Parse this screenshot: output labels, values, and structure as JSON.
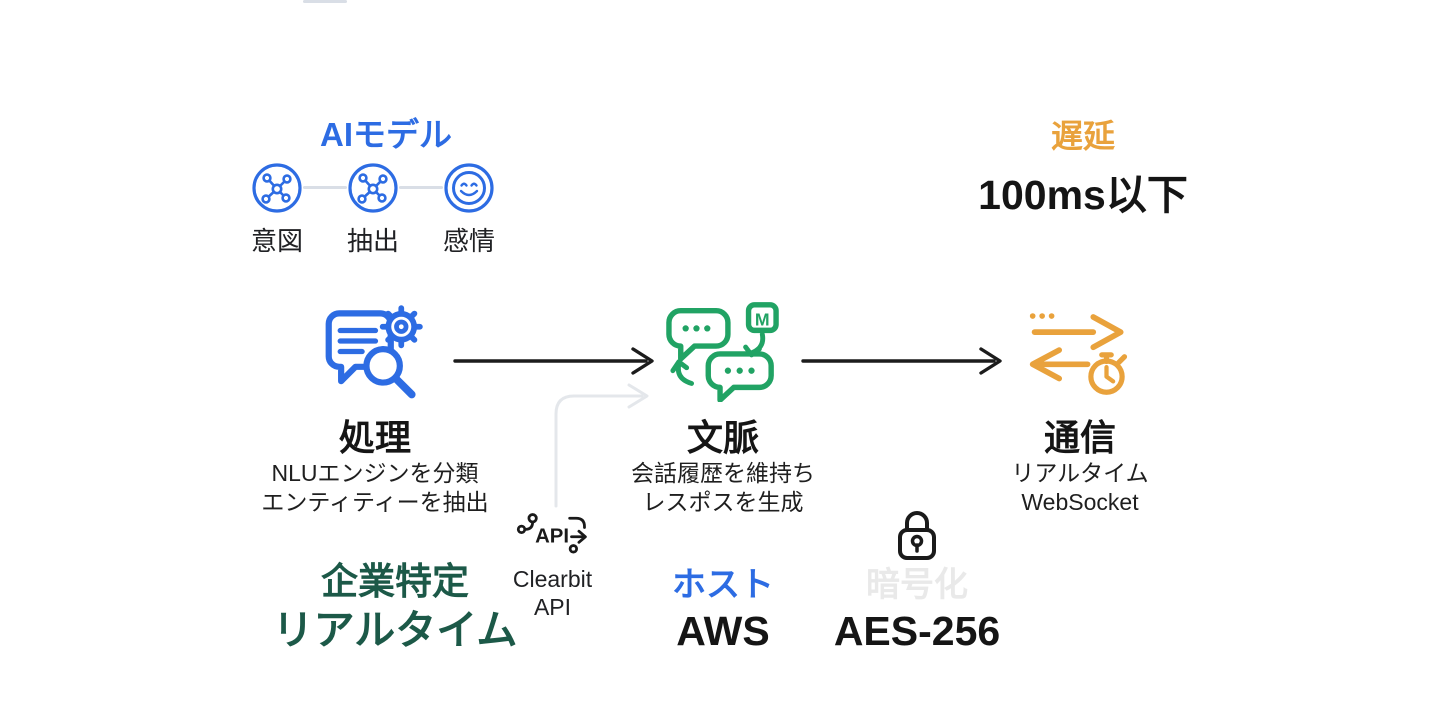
{
  "canvas": {
    "background": "#ffffff"
  },
  "colors": {
    "blue": "#2D6CE3",
    "green": "#21A364",
    "dark_green": "#1C5948",
    "orange": "#E9A23C",
    "ink": "#1C1C1C",
    "ghost_gray": "#E9E9E9",
    "arrow_gray": "#E4E7EB",
    "connector_gray": "#D9DEE6"
  },
  "ai_models": {
    "title": "AIモデル",
    "items": [
      {
        "label": "意図",
        "icon": "network-node-icon"
      },
      {
        "label": "抽出",
        "icon": "network-node-icon"
      },
      {
        "label": "感情",
        "icon": "smiley-face-icon"
      }
    ]
  },
  "latency": {
    "title": "遅延",
    "value": "100ms以下"
  },
  "pipeline": {
    "context_icon_letter": "M",
    "stages": [
      {
        "title": "処理",
        "subtitle_line1": "NLUエンジンを分類",
        "subtitle_line2": "エンティティーを抽出",
        "icon": "nlu-analysis-icon"
      },
      {
        "title": "文脈",
        "subtitle_line1": "会話履歴を維持ち",
        "subtitle_line2": "レスポスを生成",
        "icon": "conversation-context-icon"
      },
      {
        "title": "通信",
        "subtitle_line1": "リアルタイム",
        "subtitle_line2": "WebSocket",
        "icon": "realtime-transfer-icon"
      }
    ]
  },
  "enrichment": {
    "line1": "企業特定",
    "line2": "リアルタイム",
    "api_icon_text": "API",
    "caption_line1": "Clearbit",
    "caption_line2": "API"
  },
  "hosting": {
    "title": "ホスト",
    "value": "AWS"
  },
  "encryption": {
    "title": "暗号化",
    "value": "AES-256",
    "icon": "lock-icon"
  }
}
